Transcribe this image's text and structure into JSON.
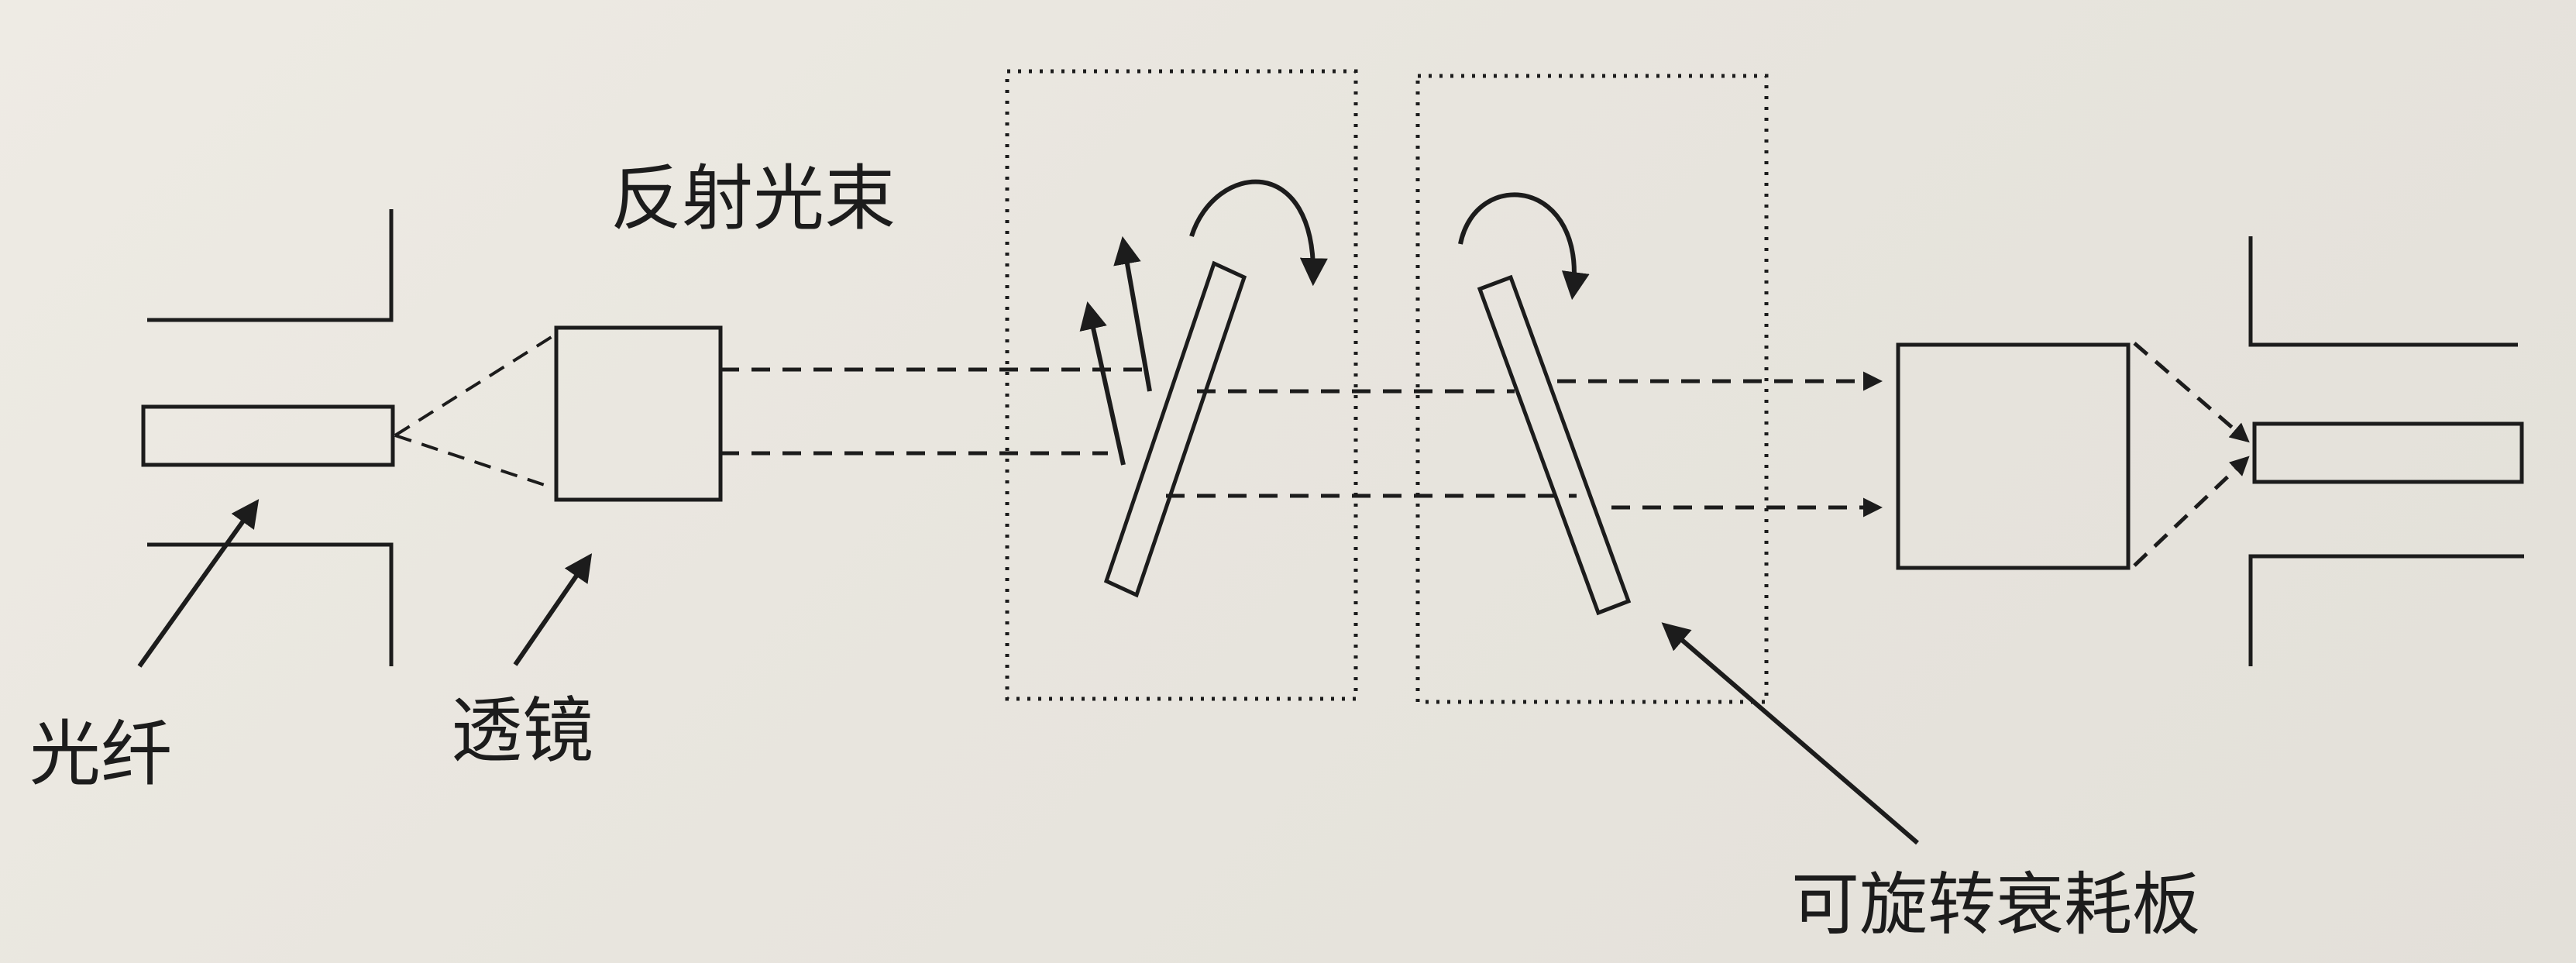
{
  "labels": {
    "reflected_beam": "反射光束",
    "fiber": "光纤",
    "lens": "透镜",
    "rotatable_attenuator": "可旋转衰耗板"
  },
  "colors": {
    "ink": "#1c1c1c",
    "paper": "#ebe8e1"
  }
}
